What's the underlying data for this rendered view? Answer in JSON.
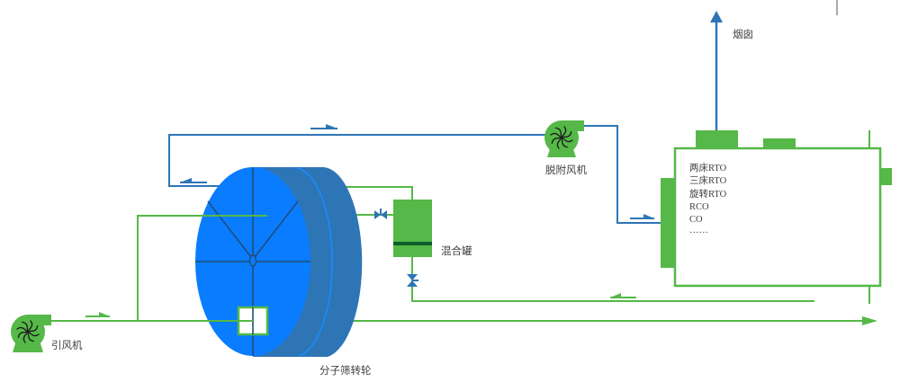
{
  "diagram": {
    "labels": {
      "induced_draft_fan": "引风机",
      "molecular_sieve_wheel": "分子筛转轮",
      "mixing_tank": "混合罐",
      "desorption_fan": "脱附风机",
      "chimney": "烟囱"
    },
    "rto": {
      "items": [
        "两床RTO",
        "三床RTO",
        "旋转RTO",
        "RCO",
        "CO",
        "……"
      ]
    },
    "colors": {
      "green": "#55b848",
      "pipe_blue": "#2e75b6",
      "wheel_face": "#0a7cff",
      "wheel_side": "#2e75b6",
      "spoke": "#1f4e79",
      "tank_band": "#0b5e2a",
      "text": "#404040"
    }
  }
}
